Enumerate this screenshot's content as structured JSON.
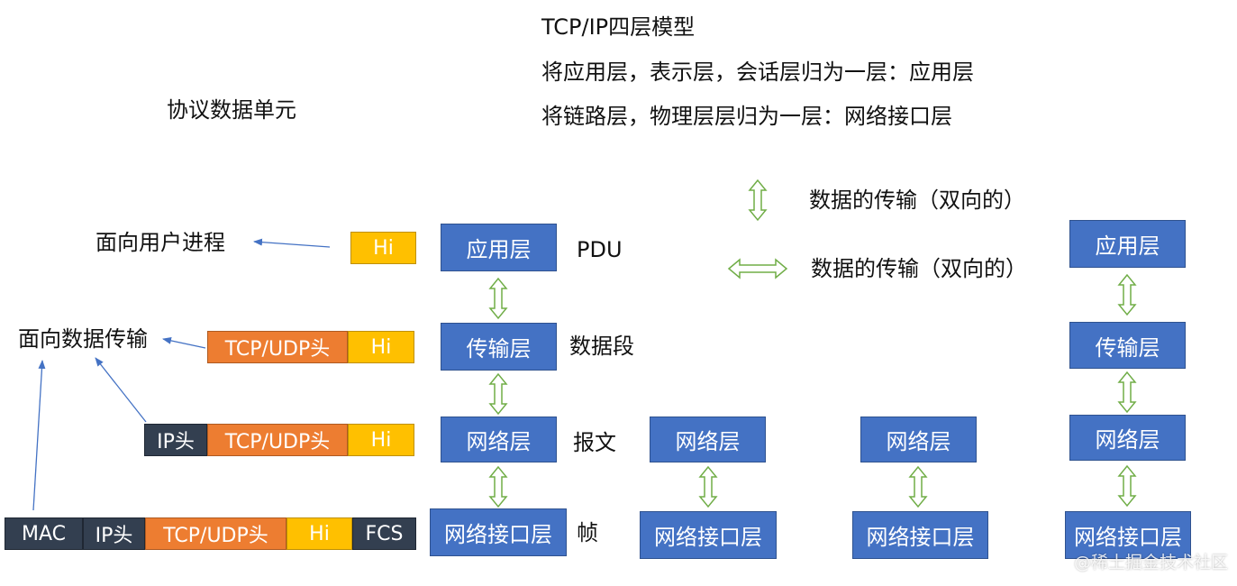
{
  "header": {
    "title": "TCP/IP四层模型",
    "line1": "将应用层，表示层，会话层归为一层：应用层",
    "line2": "将链路层，物理层层归为一层：网络接口层"
  },
  "pdu_heading": "协议数据单元",
  "legend": {
    "vertical": "数据的传输（双向的）",
    "horizontal": "数据的传输（双向的）"
  },
  "targets": {
    "user_process": "面向用户进程",
    "data_transfer": "面向数据传输"
  },
  "main_stack": {
    "application": "应用层",
    "transport": "传输层",
    "network": "网络层",
    "interface": "网络接口层"
  },
  "unit_names": {
    "application": "PDU",
    "transport": "数据段",
    "network": "报文",
    "interface": "帧"
  },
  "packets": {
    "hi": "Hi",
    "tcp_udp": "TCP/UDP头",
    "ip": "IP头",
    "mac": "MAC",
    "fcs": "FCS"
  },
  "router1": {
    "network": "网络层",
    "interface": "网络接口层"
  },
  "router2": {
    "network": "网络层",
    "interface": "网络接口层"
  },
  "right_stack": {
    "application": "应用层",
    "transport": "传输层",
    "network": "网络层",
    "interface": "网络接口层"
  },
  "watermark": "@稀土掘金技术社区",
  "colors": {
    "layer": "#4472C4",
    "hi": "#FFC000",
    "tcp_udp": "#ED7D31",
    "header_dark": "#333F50",
    "double_arrow": "#70AD47",
    "pointer_arrow": "#4472C4"
  }
}
